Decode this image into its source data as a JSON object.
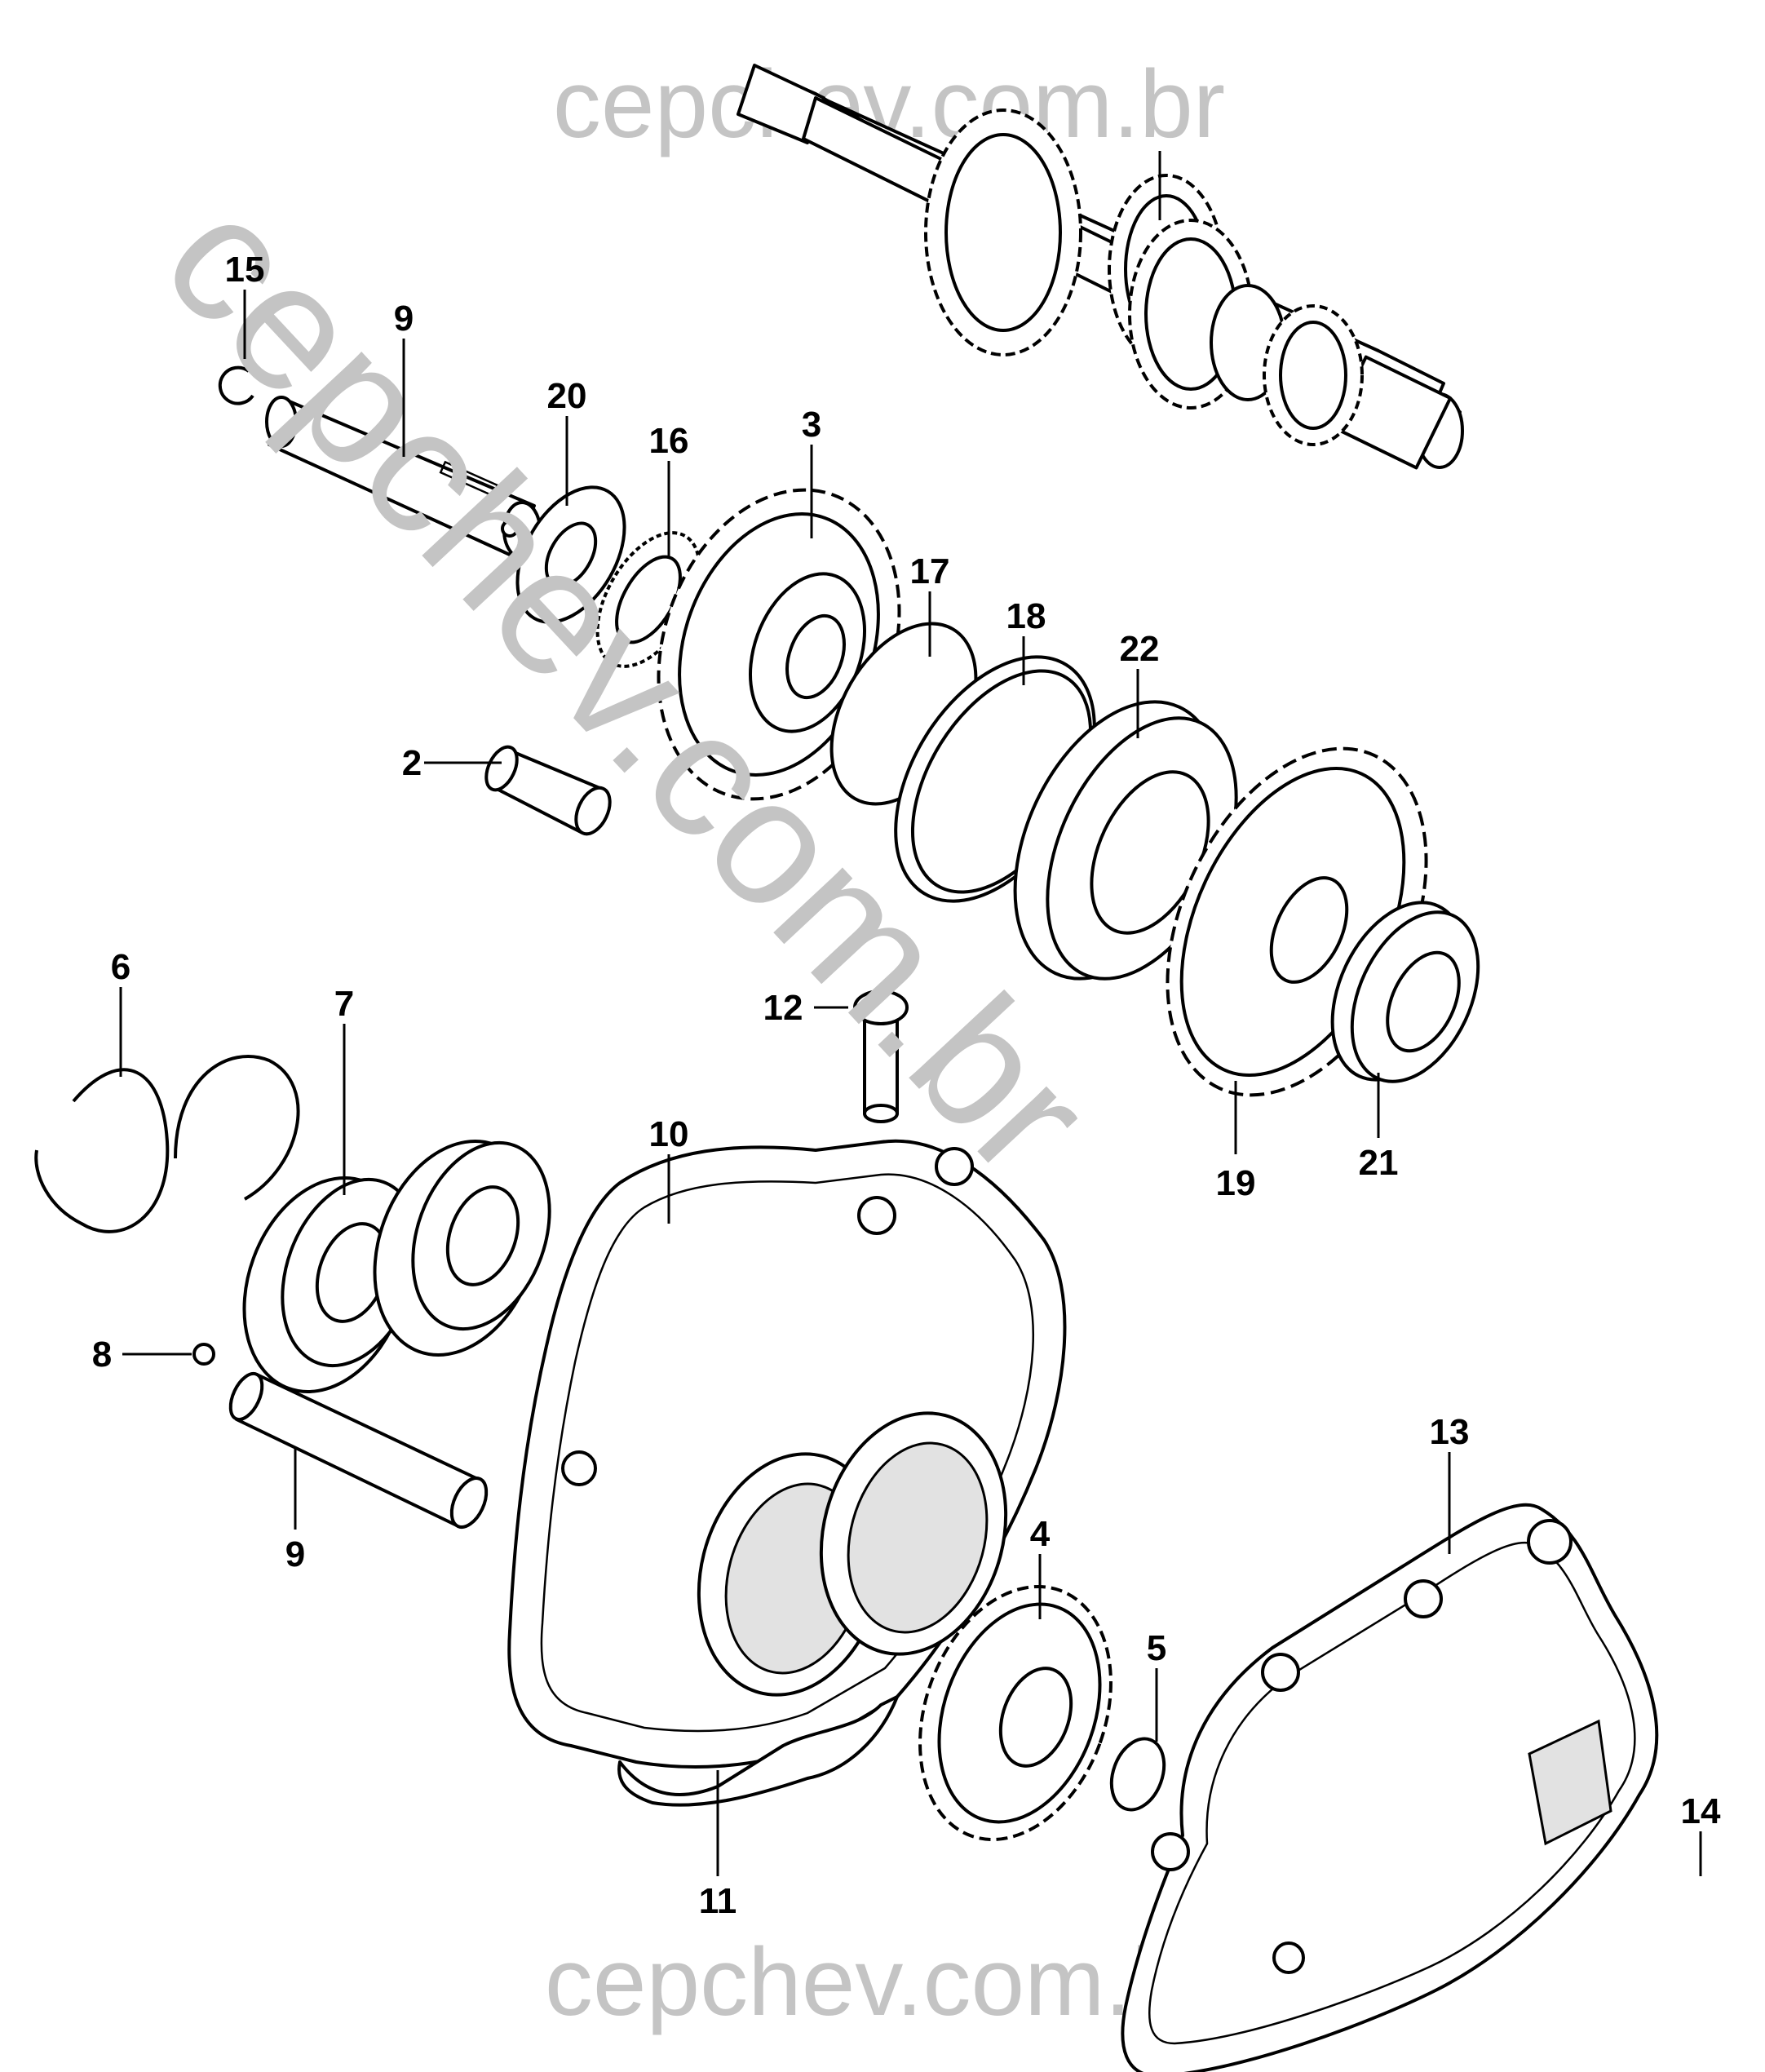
{
  "watermarks": {
    "top": "cepchev.com.br",
    "diagonal": "cepchev.com.br",
    "bottom": "cepchev.com.br"
  },
  "callouts": [
    {
      "id": "c15",
      "text": "15"
    },
    {
      "id": "c9a",
      "text": "9"
    },
    {
      "id": "c20",
      "text": "20"
    },
    {
      "id": "c16",
      "text": "16"
    },
    {
      "id": "c3",
      "text": "3"
    },
    {
      "id": "c17",
      "text": "17"
    },
    {
      "id": "c18",
      "text": "18"
    },
    {
      "id": "c22",
      "text": "22"
    },
    {
      "id": "c2",
      "text": "2"
    },
    {
      "id": "c6",
      "text": "6"
    },
    {
      "id": "c7",
      "text": "7"
    },
    {
      "id": "c12",
      "text": "12"
    },
    {
      "id": "c10",
      "text": "10"
    },
    {
      "id": "c19",
      "text": "19"
    },
    {
      "id": "c21",
      "text": "21"
    },
    {
      "id": "c8",
      "text": "8"
    },
    {
      "id": "c9b",
      "text": "9"
    },
    {
      "id": "c13",
      "text": "13"
    },
    {
      "id": "c4",
      "text": "4"
    },
    {
      "id": "c5",
      "text": "5"
    },
    {
      "id": "c14",
      "text": "14"
    },
    {
      "id": "c11",
      "text": "11"
    }
  ]
}
